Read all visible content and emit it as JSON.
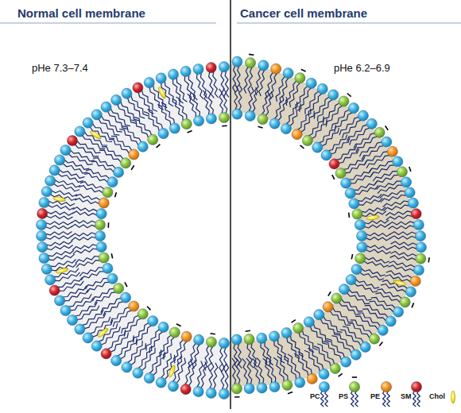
{
  "diagram": {
    "labels": [
      "Normal cell membrane",
      "Cancer cell membrane",
      "pHe 7.3–7.4",
      "pHe 6.2–6.9"
    ],
    "legend": [
      {
        "text": "PC"
      },
      {
        "text": "PS"
      },
      {
        "text": "PE"
      },
      {
        "text": "SM"
      },
      {
        "text": "Chol"
      }
    ]
  }
}
